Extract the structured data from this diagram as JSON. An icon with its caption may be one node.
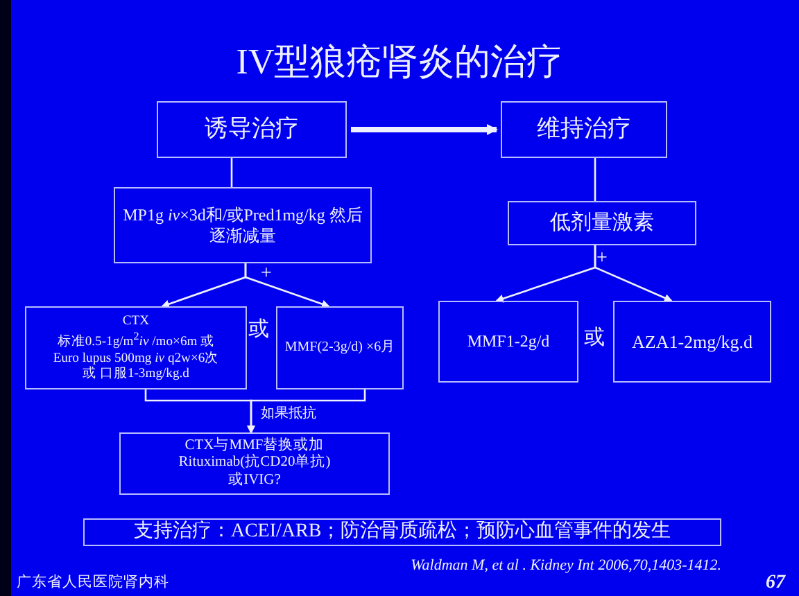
{
  "diagram": {
    "title": "IV型狼疮肾炎的治疗",
    "nodes": [
      {
        "text": [
          "诱导治疗"
        ]
      },
      {
        "text": [
          "维持治疗"
        ]
      },
      {
        "text": [
          "MP1g *iv*×3d和/或Pred1mg/kg 然后逐渐减量"
        ]
      },
      {
        "text": [
          "CTX",
          "标准0.5-1g/m$^{2}$*iv* /mo×6m 或",
          "Euro lupus 500mg *iv* q2w×6次",
          "或 口服1-3mg/kg.d"
        ]
      },
      {
        "text": [
          "MMF(2-3g/d) ×6月"
        ]
      },
      {
        "text": [
          "CTX与MMF替换或加Rituximab(抗CD20单抗)或IVIG?"
        ]
      },
      {
        "text": [
          "低剂量激素"
        ]
      },
      {
        "text": [
          "MMF1-2g/d"
        ]
      },
      {
        "text": [
          "AZA1-2mg/kg.d"
        ]
      },
      {
        "text": [
          "支持治疗：ACEI/ARB；防治骨质疏松；预防心血管事件的发生"
        ]
      }
    ],
    "edges": [
      {
        "from": 0,
        "to": 1,
        "arrow": "to",
        "style": "thick"
      },
      {
        "from": 0,
        "to": 2,
        "arrow": "none"
      },
      {
        "from": 2,
        "to": 3,
        "arrow": "to"
      },
      {
        "from": 2,
        "to": 4,
        "arrow": "to"
      },
      {
        "from": 3,
        "to": 5,
        "arrow": "to",
        "label": "如果抵抗"
      },
      {
        "from": 4,
        "to": 5,
        "arrow": "to"
      },
      {
        "from": 1,
        "to": 6,
        "arrow": "none"
      },
      {
        "from": 6,
        "to": 7,
        "arrow": "to"
      },
      {
        "from": 6,
        "to": 8,
        "arrow": "to"
      }
    ],
    "labels": [
      "+",
      "或",
      "+",
      "或",
      "Waldman M, et al . Kidney Int 2006,70,1403-1412.",
      "广东省人民医院肾内科",
      "67"
    ]
  }
}
